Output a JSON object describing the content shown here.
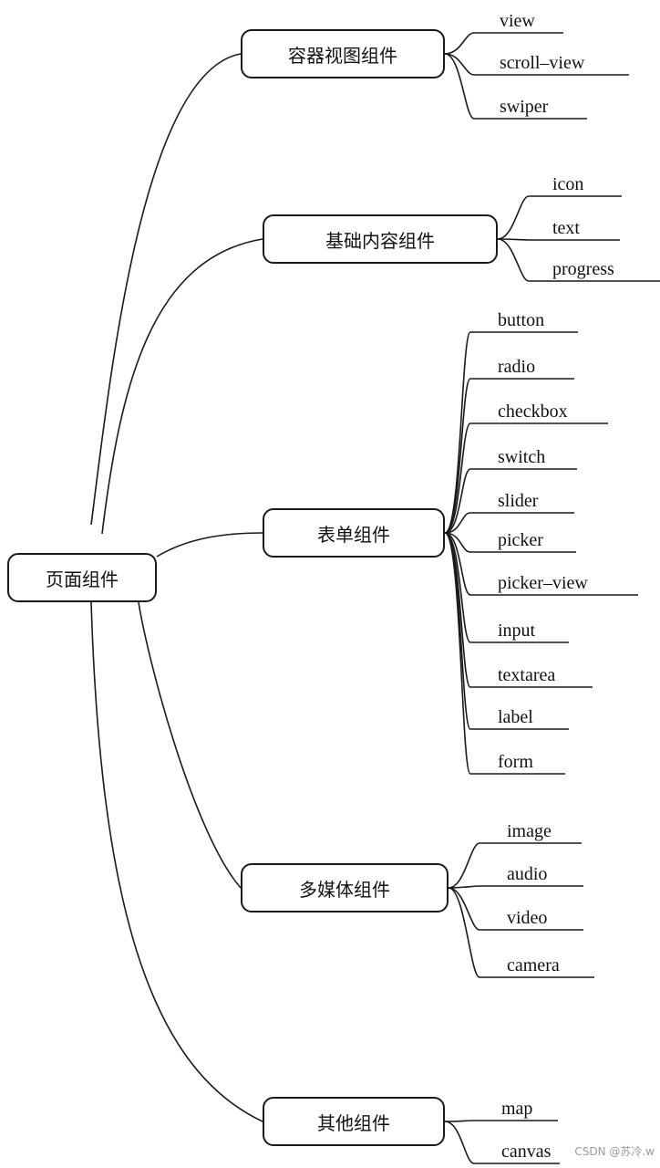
{
  "root": {
    "label": "页面组件"
  },
  "categories": [
    {
      "label": "容器视图组件",
      "items": [
        "view",
        "scroll–view",
        "swiper"
      ]
    },
    {
      "label": "基础内容组件",
      "items": [
        "icon",
        "text",
        "progress"
      ]
    },
    {
      "label": "表单组件",
      "items": [
        "button",
        "radio",
        "checkbox",
        "switch",
        "slider",
        "picker",
        "picker–view",
        "input",
        "textarea",
        "label",
        "form"
      ]
    },
    {
      "label": "多媒体组件",
      "items": [
        "image",
        "audio",
        "video",
        "camera"
      ]
    },
    {
      "label": "其他组件",
      "items": [
        "map",
        "canvas"
      ]
    }
  ],
  "watermark": "CSDN @苏冷.w",
  "colors": {
    "line": "#1a1a1a",
    "text": "#111111",
    "watermark": "#9a9a9a"
  }
}
